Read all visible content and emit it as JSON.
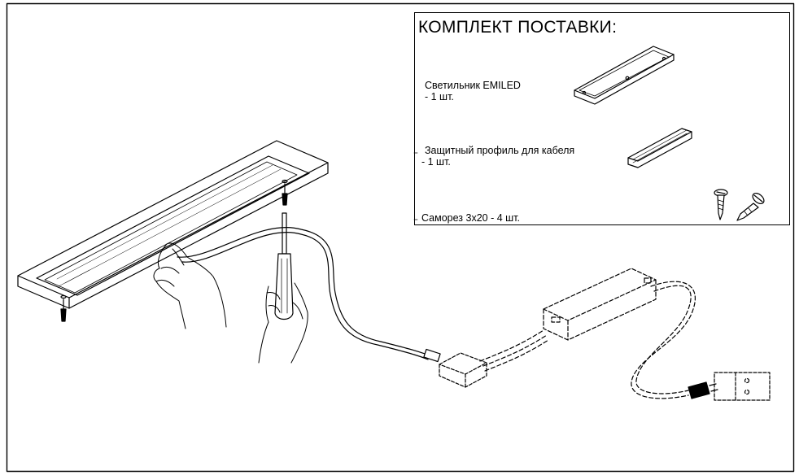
{
  "kit": {
    "title": "КОМПЛЕКТ ПОСТАВКИ:",
    "items": [
      {
        "name": "Светильник EMILED",
        "qty": "- 1 шт."
      },
      {
        "name": "Защитный профиль для кабеля",
        "qty": "- 1 шт."
      },
      {
        "name": "Саморез  3х20 - 4 шт.",
        "qty": ""
      }
    ]
  },
  "colors": {
    "line": "#000000",
    "background": "#ffffff"
  }
}
